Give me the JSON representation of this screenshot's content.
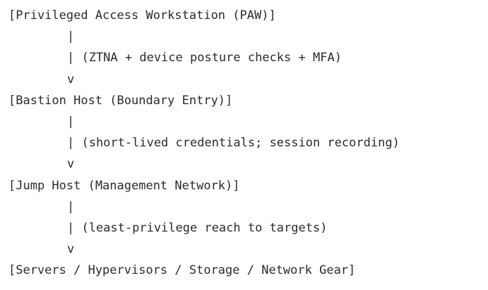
{
  "nodes": [
    "[Privileged Access Workstation (PAW)]",
    "[Bastion Host (Boundary Entry)]",
    "[Jump Host (Management Network)]",
    "[Servers / Hypervisors / Storage / Network Gear]"
  ],
  "edges": [
    {
      "bar": "|",
      "label": "| (ZTNA + device posture checks + MFA)",
      "arrow": "v"
    },
    {
      "bar": "|",
      "label": "| (short-lived credentials; session recording)",
      "arrow": "v"
    },
    {
      "bar": "|",
      "label": "| (least-privilege reach to targets)",
      "arrow": "v"
    }
  ]
}
